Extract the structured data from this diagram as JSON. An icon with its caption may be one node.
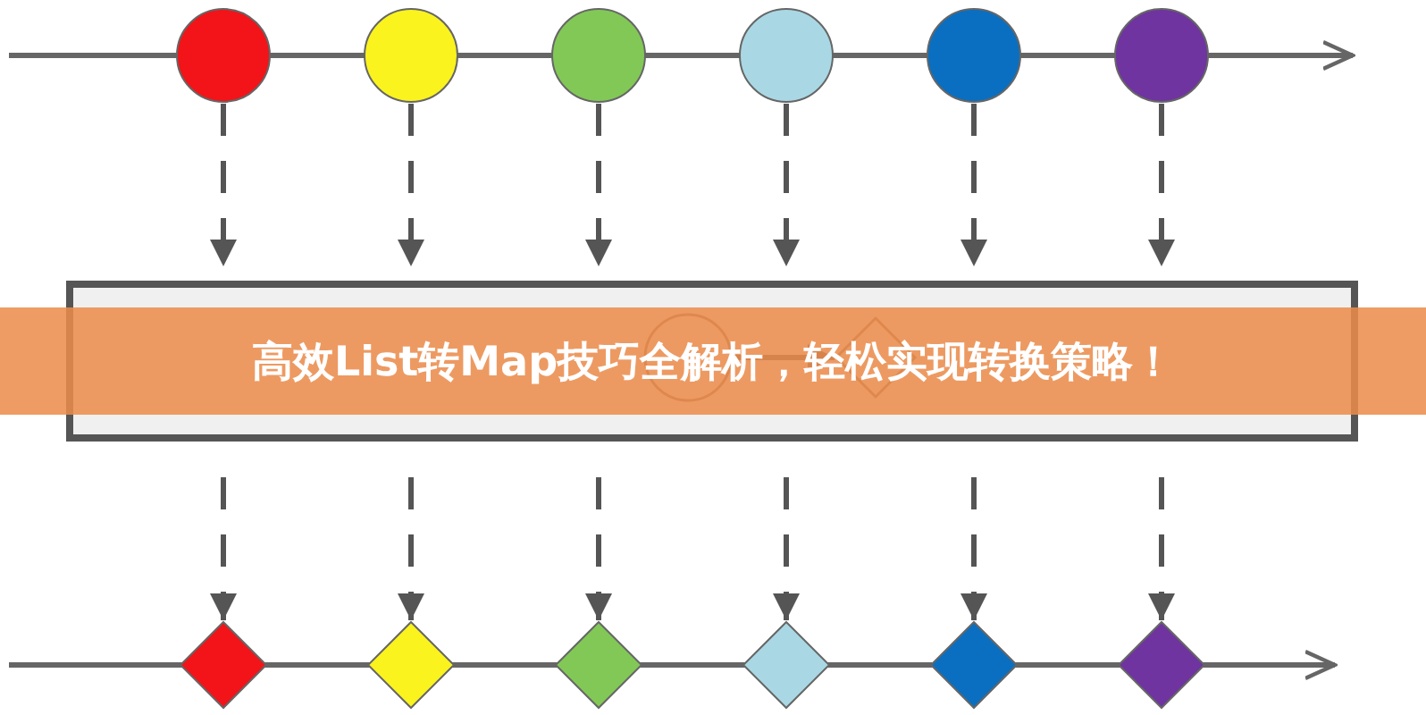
{
  "diagram": {
    "title": "高效List转Map技巧全解析，轻松实现转换策略！",
    "nodes": [
      {
        "text": [],
        "shape": "circle"
      },
      {
        "text": [],
        "shape": "circle"
      },
      {
        "text": [],
        "shape": "circle"
      },
      {
        "text": [],
        "shape": "circle"
      },
      {
        "text": [],
        "shape": "circle"
      },
      {
        "text": [],
        "shape": "circle"
      },
      {
        "text": [],
        "shape": "box"
      },
      {
        "text": [],
        "shape": "circle",
        "in": 6
      },
      {
        "text": [],
        "shape": "diamond",
        "in": 6
      },
      {
        "text": [],
        "shape": "diamond"
      },
      {
        "text": [],
        "shape": "diamond"
      },
      {
        "text": [],
        "shape": "diamond"
      },
      {
        "text": [],
        "shape": "diamond"
      },
      {
        "text": [],
        "shape": "diamond"
      },
      {
        "text": [],
        "shape": "diamond"
      }
    ],
    "edges": [
      {
        "from": 0,
        "to": 6,
        "arrow": "to",
        "style": "dashed"
      },
      {
        "from": 1,
        "to": 6,
        "arrow": "to",
        "style": "dashed"
      },
      {
        "from": 2,
        "to": 6,
        "arrow": "to",
        "style": "dashed"
      },
      {
        "from": 3,
        "to": 6,
        "arrow": "to",
        "style": "dashed"
      },
      {
        "from": 4,
        "to": 6,
        "arrow": "to",
        "style": "dashed"
      },
      {
        "from": 5,
        "to": 6,
        "arrow": "to",
        "style": "dashed"
      },
      {
        "from": 7,
        "to": 8,
        "arrow": "to"
      },
      {
        "from": 6,
        "to": 9,
        "arrow": "to",
        "style": "dashed"
      },
      {
        "from": 6,
        "to": 10,
        "arrow": "to",
        "style": "dashed"
      },
      {
        "from": 6,
        "to": 11,
        "arrow": "to",
        "style": "dashed"
      },
      {
        "from": 6,
        "to": 12,
        "arrow": "to",
        "style": "dashed"
      },
      {
        "from": 6,
        "to": 13,
        "arrow": "to",
        "style": "dashed"
      },
      {
        "from": 6,
        "to": 14,
        "arrow": "to",
        "style": "dashed"
      }
    ]
  }
}
